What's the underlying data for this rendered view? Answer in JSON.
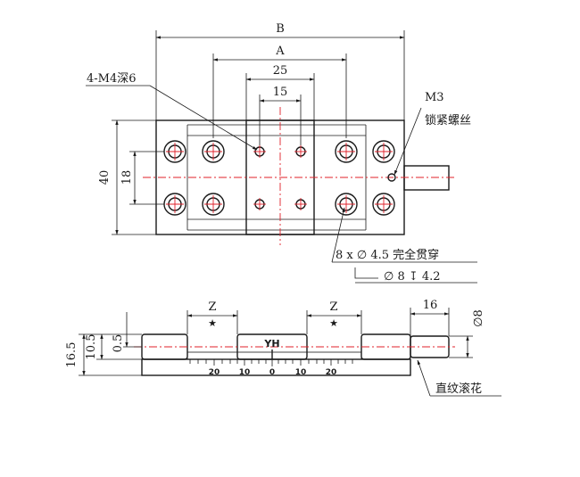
{
  "top_view": {
    "dimensions": {
      "b_label": "B",
      "a_label": "A",
      "d25_label": "25",
      "d15_label": "15",
      "d40_label": "40",
      "d18_label": "18"
    },
    "callouts": {
      "m4_label": "4-M4深6",
      "m3_label": "M3",
      "lock_screw_label": "锁紧螺丝",
      "through_hole_label": "8 x ∅ 4.5 完全贯穿",
      "counterbore_label": "∅ 8 ↧ 4.2"
    }
  },
  "side_view": {
    "dimensions": {
      "z_left_label": "Z",
      "z_right_label": "Z",
      "star_left": "★",
      "star_right": "★",
      "d16_label": "16",
      "dia8_label": "∅8",
      "d16_5_label": "16.5",
      "d10_5_label": "10.5",
      "d0_5_label": "0.5"
    },
    "brand_label": "YH",
    "scale_labels": [
      "20",
      "10",
      "0",
      "10",
      "20"
    ],
    "knurl_label": "直纹滚花"
  }
}
